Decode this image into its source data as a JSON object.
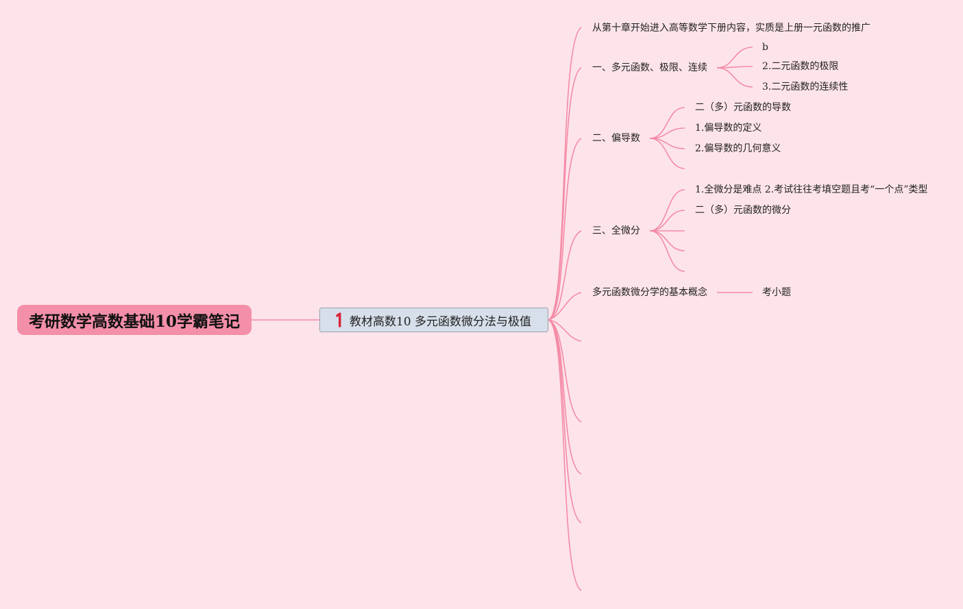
{
  "colors": {
    "background": "#fde4ea",
    "link": "#f48aa6",
    "root_fill": "#f48fa9",
    "main_fill": "#d7dfea",
    "marker": "#d9263c"
  },
  "root": {
    "title": "考研数学高数基础10学霸笔记"
  },
  "main_topic": {
    "marker_icon": "priority-1-icon",
    "title": "教材高数10 多元函数微分法与极值"
  },
  "branches": {
    "intro": "从第十章开始进入高等数学下册内容，实质是上册一元函数的推广",
    "sec1": {
      "title": "一、多元函数、极限、连续",
      "children": [
        "b",
        "2.二元函数的极限",
        "3.二元函数的连续性"
      ]
    },
    "sec2": {
      "title": "二、偏导数",
      "children": [
        "二（多）元函数的导数",
        "1.偏导数的定义",
        "2.偏导数的几何意义"
      ]
    },
    "sec3": {
      "title": "三、全微分",
      "children": [
        "1.全微分是难点 2.考试往往考填空题且考“一个点”类型",
        "二（多）元函数的微分"
      ]
    },
    "sec4": {
      "title": "多元函数微分学的基本概念",
      "children": [
        "考小题"
      ]
    }
  }
}
